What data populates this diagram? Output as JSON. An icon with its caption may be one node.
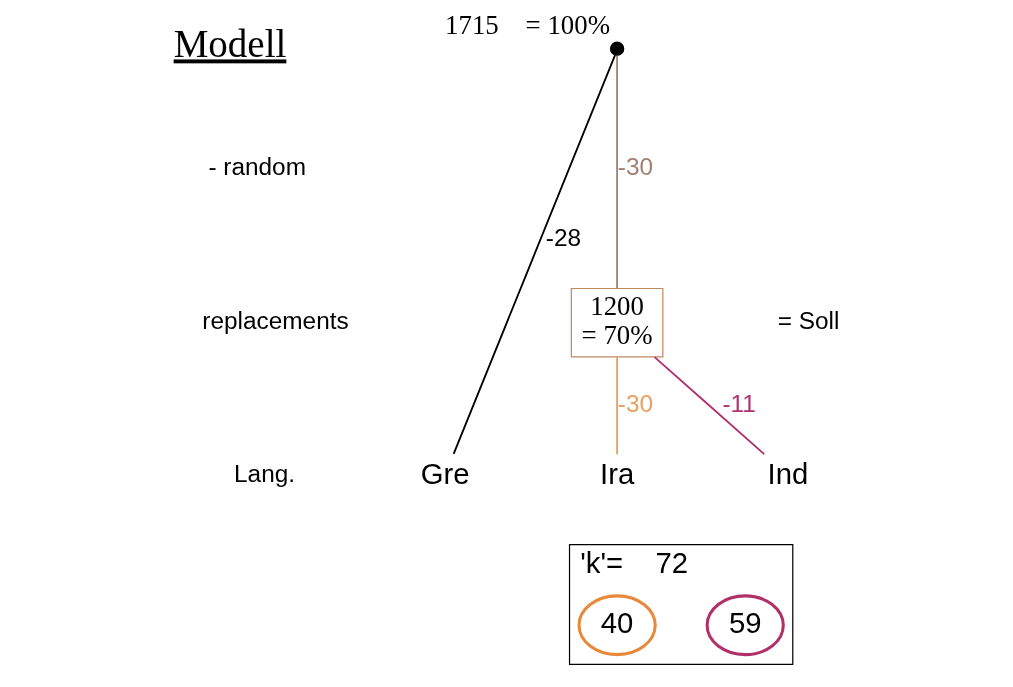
{
  "diagram": {
    "nodes": [
      {
        "text": [],
        "shape": "circle",
        "beside": [
          "1715",
          "= 100%"
        ]
      },
      {
        "text": [
          "1200",
          "= 70%"
        ]
      },
      {
        "text": [
          "Gre"
        ]
      },
      {
        "text": [
          "Ira"
        ]
      },
      {
        "text": [
          "Ind"
        ]
      },
      {
        "text": [
          "'k'=",
          "72"
        ]
      },
      {
        "text": [
          "40"
        ],
        "in": 5
      },
      {
        "text": [
          "59"
        ],
        "in": 5
      }
    ],
    "edges": [
      {
        "from": 0,
        "to": 2,
        "arrow": "none",
        "label": "-28"
      },
      {
        "from": 0,
        "to": 1,
        "arrow": "none",
        "label": "-30",
        "color": "#a08070"
      },
      {
        "from": 1,
        "to": 3,
        "arrow": "none",
        "label": "-30",
        "color": "#e8a060"
      },
      {
        "from": 1,
        "to": 4,
        "arrow": "none",
        "label": "-11",
        "color": "#b03070"
      }
    ],
    "labels": [
      "Modell",
      "- random",
      "replacements",
      "Lang.",
      "= Soll"
    ]
  }
}
